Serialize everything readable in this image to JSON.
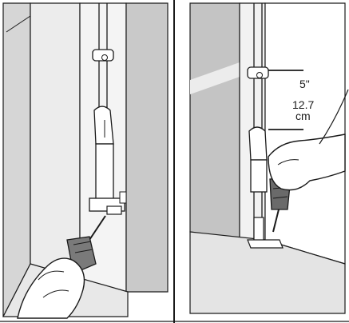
{
  "panels": [
    {
      "id": "left",
      "caption": ""
    },
    {
      "id": "right",
      "caption": ""
    }
  ],
  "measurement": {
    "imperial": "5\"",
    "metric_value": "12.7",
    "metric_unit": "cm"
  },
  "colors": {
    "line": "#1a1a1a",
    "wall_shade": "#c8c8c8",
    "wall_mid": "#dcdcdc",
    "wall_light": "#efefef",
    "floor": "#e6e6e6",
    "part_white": "#ffffff",
    "tool_dark": "#6a6a6a"
  }
}
